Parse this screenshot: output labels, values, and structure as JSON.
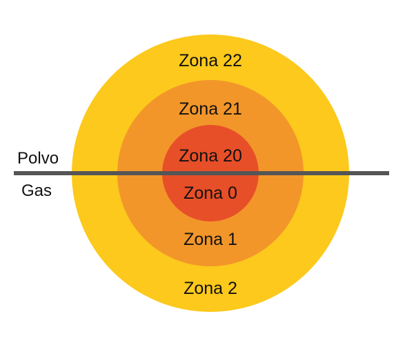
{
  "diagram": {
    "colors": {
      "outer_ring": "#fcc91c",
      "middle_ring": "#f2962a",
      "inner_circle": "#e74f28",
      "divider_line": "#555555",
      "text": "#111111",
      "background": "#ffffff"
    },
    "labels": {
      "upper_side": "Polvo",
      "lower_side": "Gas"
    },
    "zones": {
      "outer_upper": "Zona 22",
      "middle_upper": "Zona 21",
      "inner_upper": "Zona 20",
      "inner_lower": "Zona 0",
      "middle_lower": "Zona 1",
      "outer_lower": "Zona 2"
    }
  }
}
